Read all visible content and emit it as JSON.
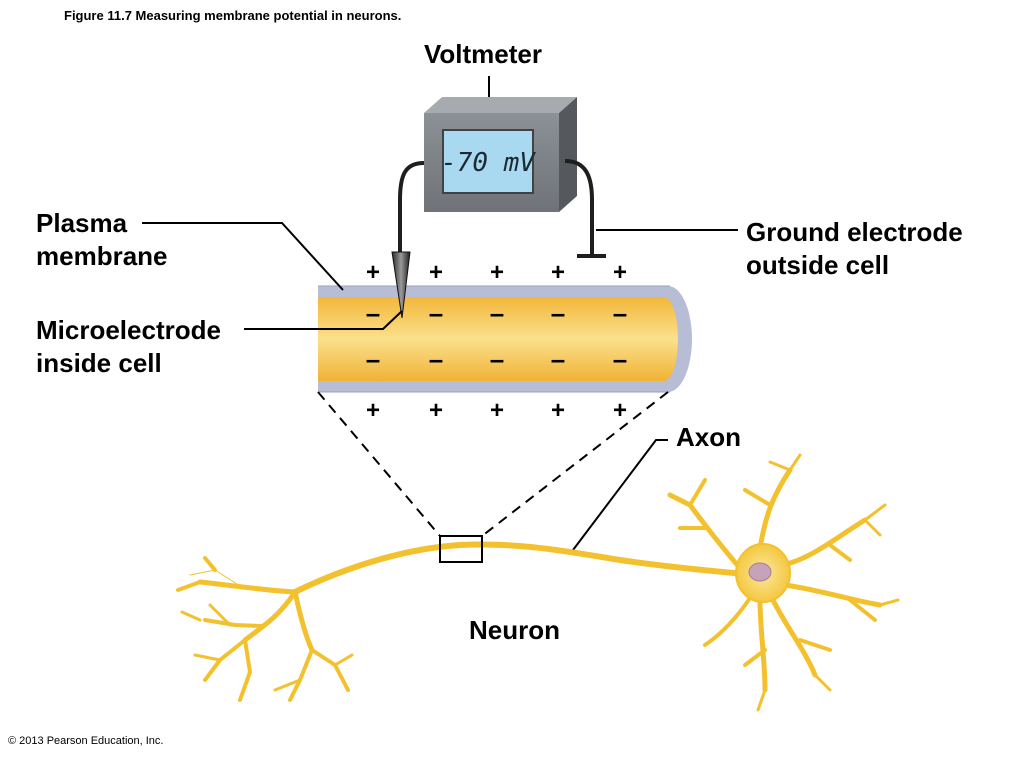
{
  "figure_title": "Figure 11.7  Measuring membrane potential in neurons.",
  "copyright": "© 2013 Pearson Education, Inc.",
  "labels": {
    "voltmeter": "Voltmeter",
    "plasma_membrane": [
      "Plasma",
      "membrane"
    ],
    "microelectrode": [
      "Microelectrode",
      "inside cell"
    ],
    "ground_electrode": [
      "Ground electrode",
      "outside cell"
    ],
    "axon": "Axon",
    "neuron": "Neuron"
  },
  "display_reading": "-70 mV",
  "charges": {
    "outside": "+",
    "inside": "–"
  },
  "colors": {
    "cytoplasm": "#f6c84a",
    "membrane": "#b8bdd6",
    "voltmeter_body": "#7f8388",
    "screen": "#a9d9f0",
    "neuron": "#f3c12d"
  }
}
